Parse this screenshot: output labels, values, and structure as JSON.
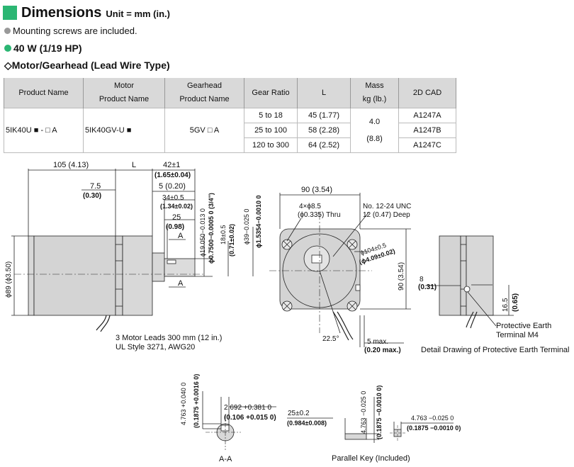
{
  "header": {
    "title": "Dimensions",
    "unit": "Unit = mm (in.)"
  },
  "note": "Mounting screws are included.",
  "model": "40 W (1/19 HP)",
  "section": "◇Motor/Gearhead (Lead Wire Type)",
  "table": {
    "headers": {
      "product": "Product Name",
      "motor1": "Motor",
      "motor2": "Product Name",
      "gear1": "Gearhead",
      "gear2": "Product Name",
      "ratio": "Gear Ratio",
      "l": "L",
      "mass1": "Mass",
      "mass2": "kg (lb.)",
      "cad": "2D CAD"
    },
    "product": "5IK40U ■ - □ A",
    "motor": "5IK40GV-U ■",
    "gearhead": "5GV □ A",
    "mass1": "4.0",
    "mass2": "(8.8)",
    "rows": [
      {
        "ratio": "5 to 18",
        "l": "45 (1.77)",
        "cad": "A1247A"
      },
      {
        "ratio": "25 to 100",
        "l": "58 (2.28)",
        "cad": "A1247B"
      },
      {
        "ratio": "120 to 300",
        "l": "64 (2.52)",
        "cad": "A1247C"
      }
    ]
  },
  "drawing": {
    "d105": "105 (4.13)",
    "dL": "L",
    "d42": "42±1",
    "d42in": "(1.65±0.04)",
    "d5": "5 (0.20)",
    "d34": "34±0.5",
    "d34in": "(1.34±0.02)",
    "d25": "25",
    "d25in": "(0.98)",
    "d7": "7.5",
    "d7in": "(0.30)",
    "secA": "A",
    "shaft": "ϕ19.050−0.013 0",
    "shaftIn": "ϕ0.7500−0.0005 0 (3/4\")",
    "d18": "18±0.5",
    "d18in": "(0.71±0.02)",
    "d39": "ϕ39−0.025 0",
    "d39in": "ϕ1.5354−0.0010 0",
    "dia89": "ϕ89 (ϕ3.50)",
    "leads1": "3 Motor Leads 300 mm (12 in.)",
    "leads2": "UL Style 3271, AWG20",
    "d90top": "90 (3.54)",
    "holes1": "4×ϕ8.5",
    "holes2": "(ϕ0.335) Thru",
    "unc1": "No. 12-24 UNC",
    "unc2": "12 (0.47) Deep",
    "pcd": "ϕ104±0.5",
    "pcdIn": "(ϕ4.09±0.02)",
    "d90side": "90 (3.54)",
    "ang": "22.5°",
    "d5max": "5 max.",
    "d5maxIn": "(0.20 max.)",
    "d8": "8",
    "d8in": "(0.31)",
    "d16": "16.5",
    "d16in": "(0.65)",
    "earth1": "Protective Earth",
    "earth2": "Terminal M4",
    "detail": "Detail Drawing of Protective Earth Terminal",
    "aa": "A-A",
    "k4763": "4.763 +0.040 0",
    "k1875": "(0.1875 +0.0016 0)",
    "k2692": "2.692 +0.381 0",
    "k106": "(0.106 +0.015 0)",
    "key25": "25±0.2",
    "key984": "(0.984±0.008)",
    "key4763": "4.763 −0.025 0",
    "key1875": "(0.1875 −0.0010 0)",
    "keyW": "4.763 −0.025 0",
    "keyWin": "(0.1875 −0.0010 0)",
    "keyLabel": "Parallel Key (Included)"
  }
}
